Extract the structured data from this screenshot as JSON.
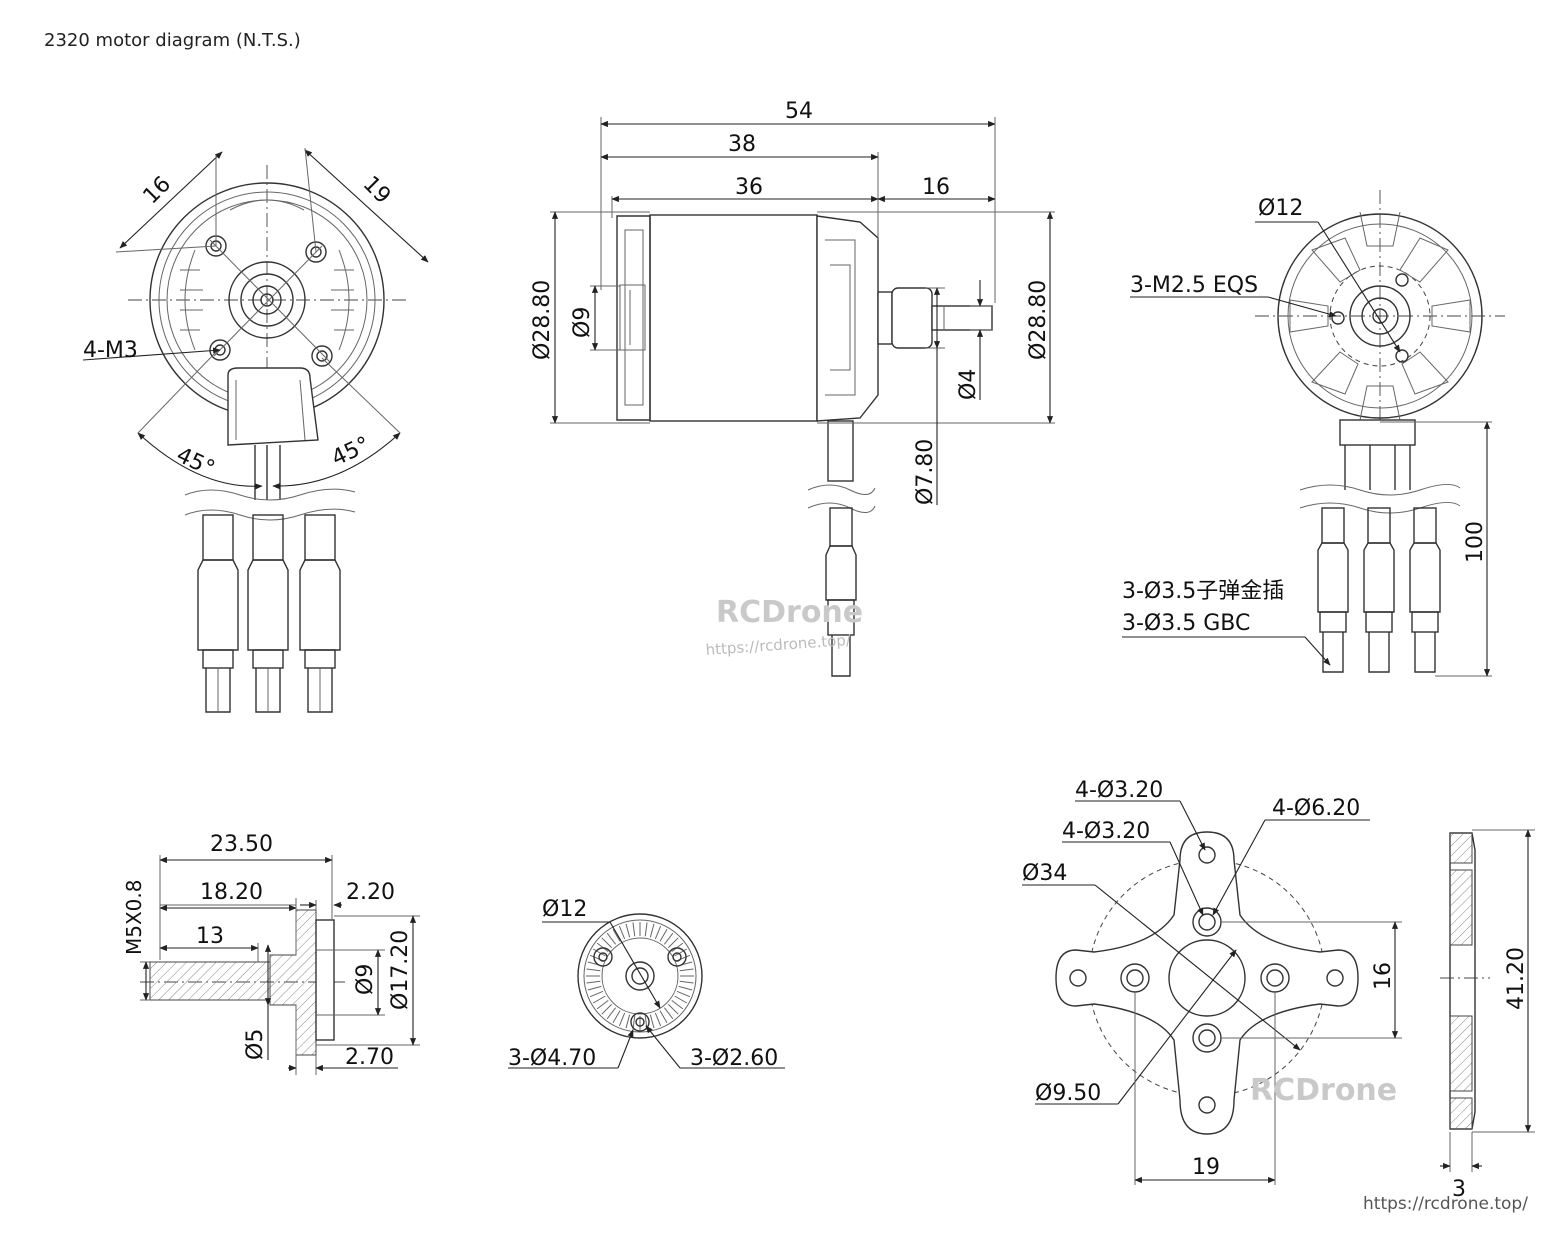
{
  "title": "2320 motor diagram (N.T.S.)",
  "front_view": {
    "dim_16": "16",
    "dim_19": "19",
    "label_4m3": "4-M3",
    "angle_left": "45°",
    "angle_right": "45°"
  },
  "side_view": {
    "dim_54": "54",
    "dim_38": "38",
    "dim_36": "36",
    "dim_16": "16",
    "dia_28_left": "Ø28.80",
    "dia_9": "Ø9",
    "dia_28_right": "Ø28.80",
    "dia_4": "Ø4",
    "dia_7_80": "Ø7.80"
  },
  "rear_view": {
    "dia_12": "Ø12",
    "label_m25": "3-M2.5 EQS",
    "dim_100": "100",
    "label_gbc_cn": "3-Ø3.5子弹金插",
    "label_gbc_en": "3-Ø3.5 GBC"
  },
  "shaft_view": {
    "dim_23_50": "23.50",
    "dim_18_20": "18.20",
    "dim_13": "13",
    "thread": "M5X0.8",
    "dim_2_20": "2.20",
    "dia_9": "Ø9",
    "dia_17_20": "Ø17.20",
    "dia_5": "Ø5",
    "dim_2_70": "2.70"
  },
  "adapter_view": {
    "dia_12": "Ø12",
    "holes_470": "3-Ø4.70",
    "holes_260": "3-Ø2.60"
  },
  "mount_view": {
    "holes_320_a": "4-Ø3.20",
    "holes_320_b": "4-Ø3.20",
    "holes_620": "4-Ø6.20",
    "dia_34": "Ø34",
    "dia_9_50": "Ø9.50",
    "dim_16": "16",
    "dim_19": "19",
    "dim_41_20": "41.20",
    "dim_3": "3"
  },
  "watermarks": {
    "brand_1": "RCDrone",
    "url_1": "https://rcdrone.top/",
    "brand_2": "RCDrone",
    "url_2": "https://rcdrone.top/"
  }
}
